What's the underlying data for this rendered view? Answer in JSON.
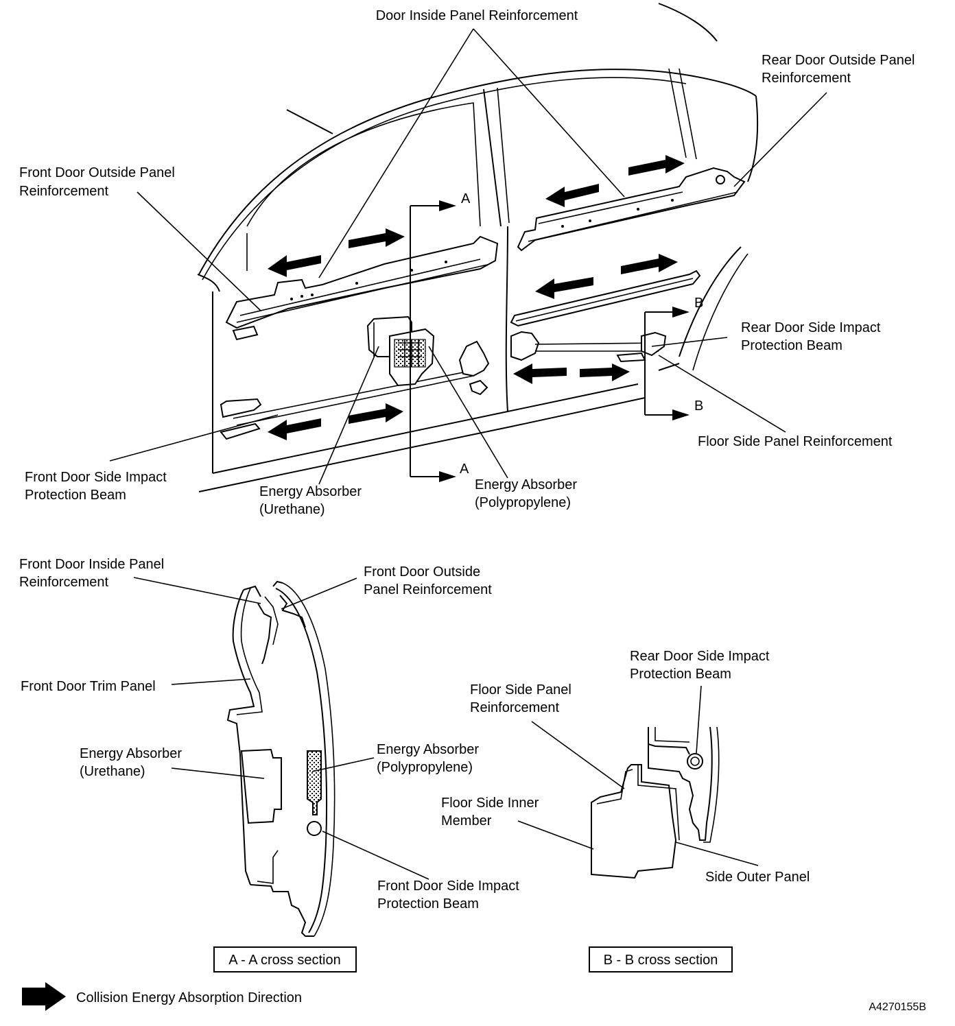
{
  "colors": {
    "line": "#000000",
    "background": "#ffffff"
  },
  "labels": {
    "door_inside_panel_reinforcement": "Door Inside Panel Reinforcement",
    "rear_door_outside_panel_reinforcement": [
      "Rear Door Outside Panel",
      "Reinforcement"
    ],
    "front_door_outside_panel_reinforcement": [
      "Front Door Outside Panel",
      "Reinforcement"
    ],
    "rear_door_side_impact_protection_beam": [
      "Rear Door Side Impact",
      "Protection Beam"
    ],
    "floor_side_panel_reinforcement": "Floor Side Panel Reinforcement",
    "front_door_side_impact_protection_beam": [
      "Front Door Side Impact",
      "Protection Beam"
    ],
    "energy_absorber_urethane": [
      "Energy Absorber",
      "(Urethane)"
    ],
    "energy_absorber_polypropylene": [
      "Energy Absorber",
      "(Polypropylene)"
    ],
    "section_a_top": "A",
    "section_a_bottom": "A",
    "section_b_top": "B",
    "section_b_bottom": "B"
  },
  "section_a": {
    "front_door_inside_panel_reinforcement": [
      "Front Door Inside Panel",
      "Reinforcement"
    ],
    "front_door_outside_panel_reinforcement": [
      "Front Door Outside",
      "Panel Reinforcement"
    ],
    "front_door_trim_panel": "Front Door Trim Panel",
    "energy_absorber_urethane": [
      "Energy Absorber",
      "(Urethane)"
    ],
    "energy_absorber_polypropylene": [
      "Energy Absorber",
      "(Polypropylene)"
    ],
    "front_door_side_impact_protection_beam": [
      "Front Door Side Impact",
      "Protection Beam"
    ],
    "caption": "A - A cross section"
  },
  "section_b": {
    "rear_door_side_impact_protection_beam": [
      "Rear Door Side Impact",
      "Protection Beam"
    ],
    "floor_side_panel_reinforcement": [
      "Floor Side Panel",
      "Reinforcement"
    ],
    "floor_side_inner_member": [
      "Floor Side Inner",
      "Member"
    ],
    "side_outer_panel": "Side Outer Panel",
    "caption": "B - B cross section"
  },
  "legend": {
    "icon": "arrow-right-icon",
    "text": "Collision Energy Absorption Direction"
  },
  "figure_code": "A4270155B"
}
